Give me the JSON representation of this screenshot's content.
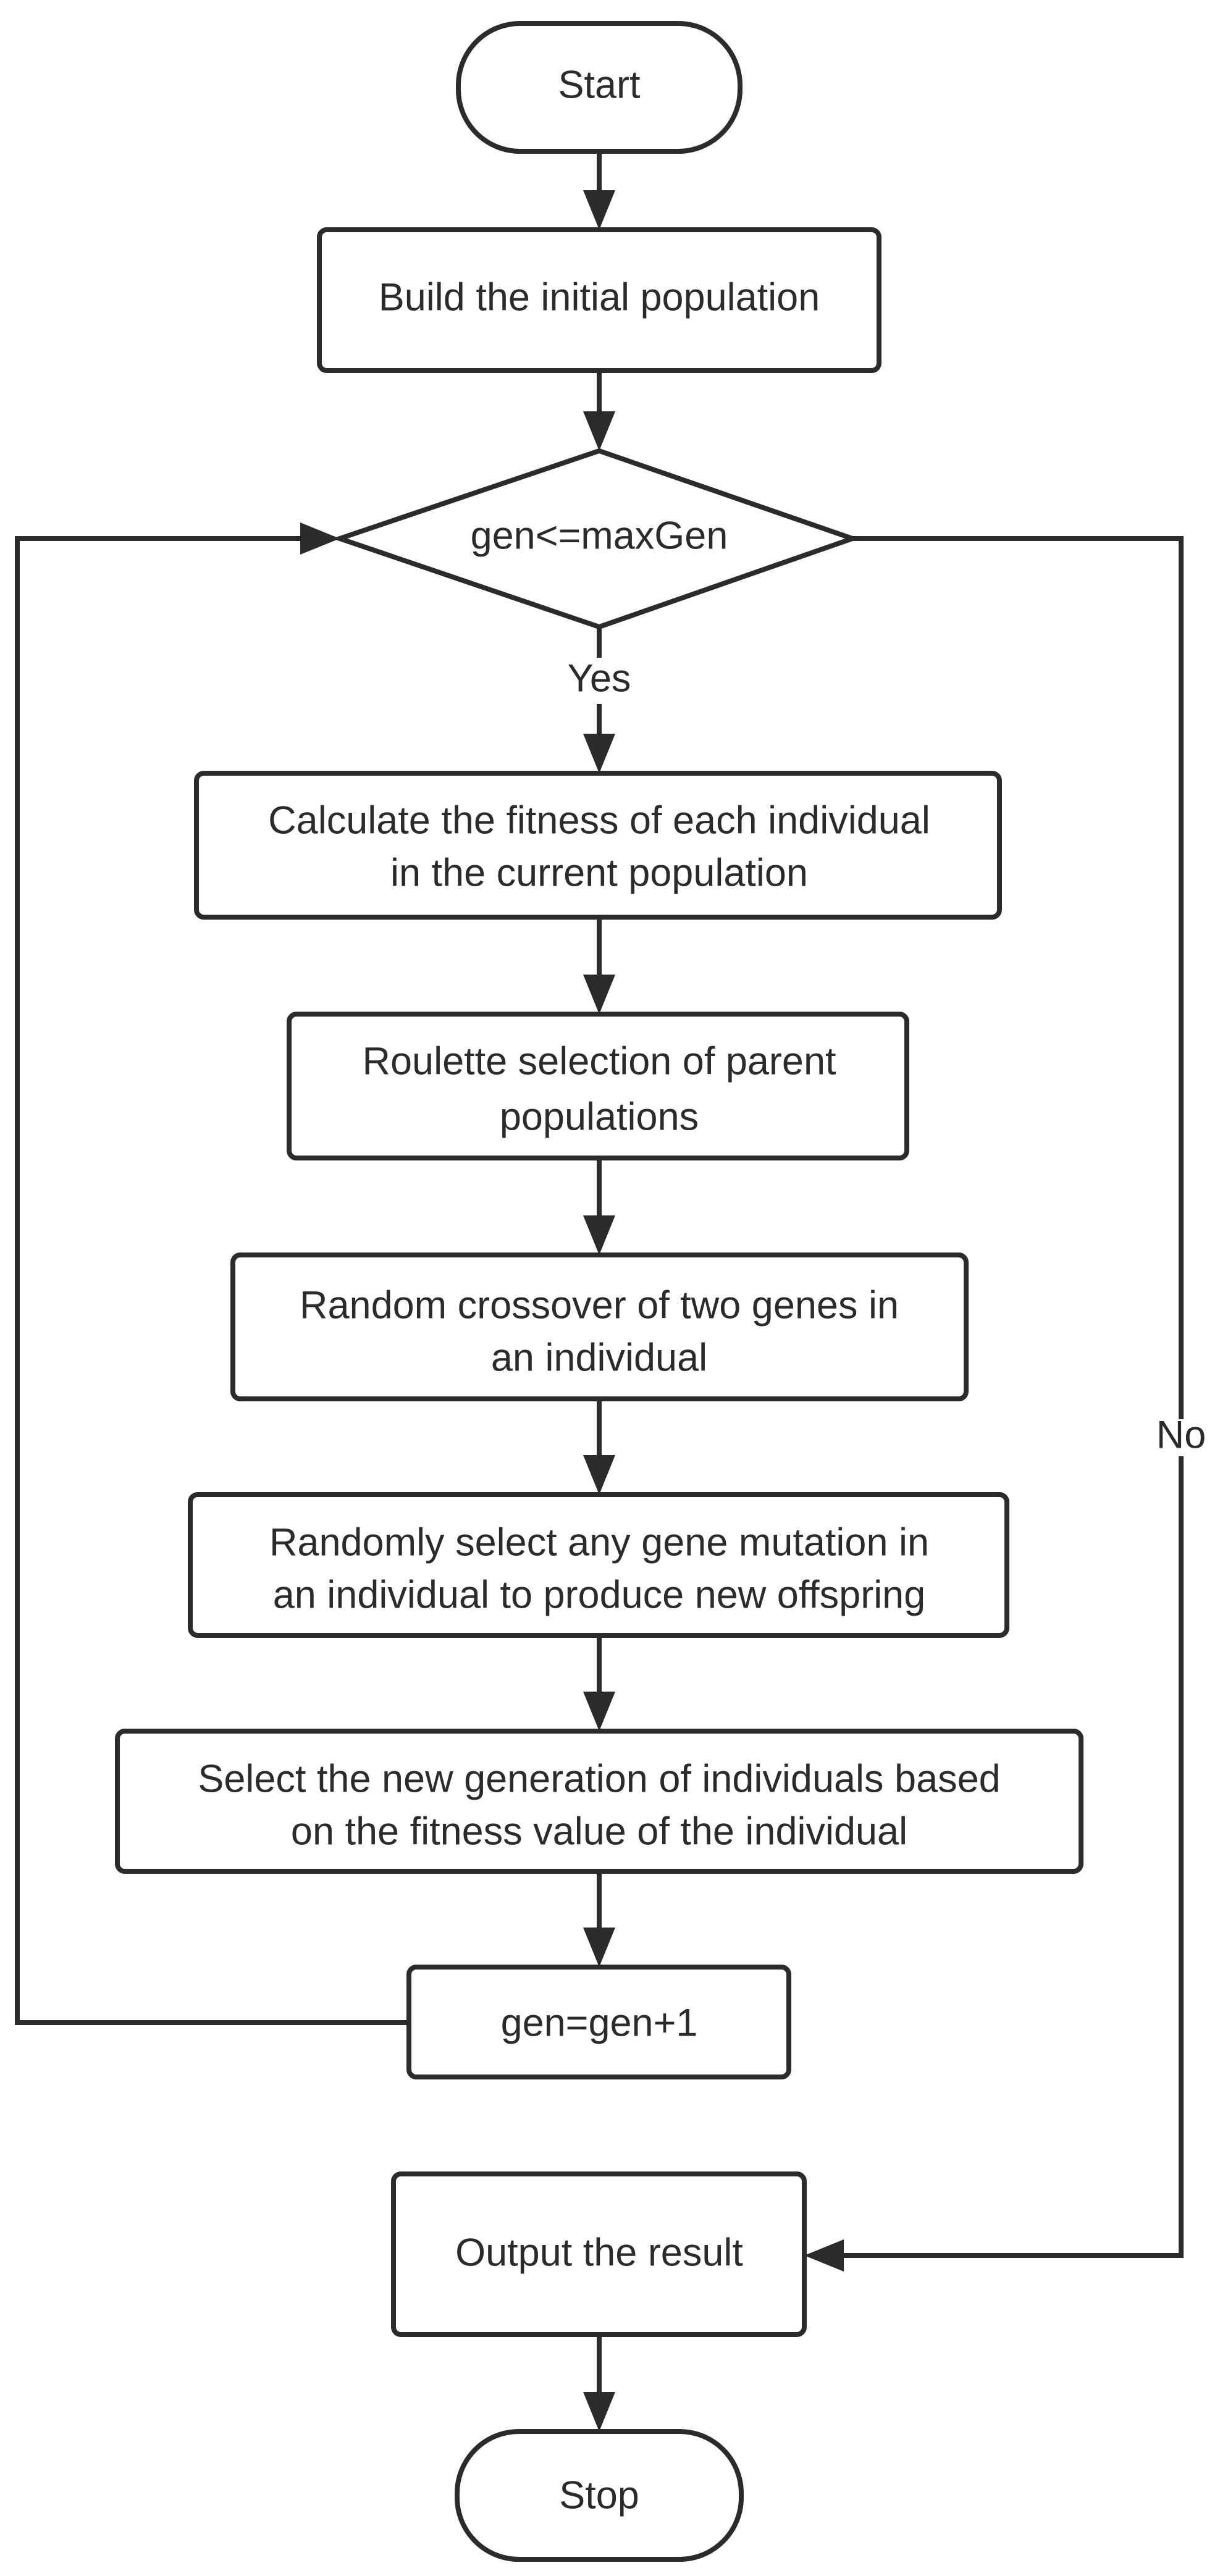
{
  "nodes": {
    "start": "Start",
    "build": "Build the initial population",
    "decision": "gen<=maxGen",
    "fitness": [
      "Calculate the fitness of each individual",
      "in the current population"
    ],
    "roulette": [
      "Roulette selection of parent",
      "populations"
    ],
    "crossover": [
      "Random crossover of two genes in",
      "an individual"
    ],
    "mutation": [
      "Randomly select any gene mutation in",
      "an individual to produce new offspring"
    ],
    "select_gen": [
      "Select the new generation of individuals based",
      "on the fitness value of the individual"
    ],
    "increment": "gen=gen+1",
    "output": "Output the result",
    "stop": "Stop"
  },
  "edge_labels": {
    "yes": "Yes",
    "no": "No"
  }
}
